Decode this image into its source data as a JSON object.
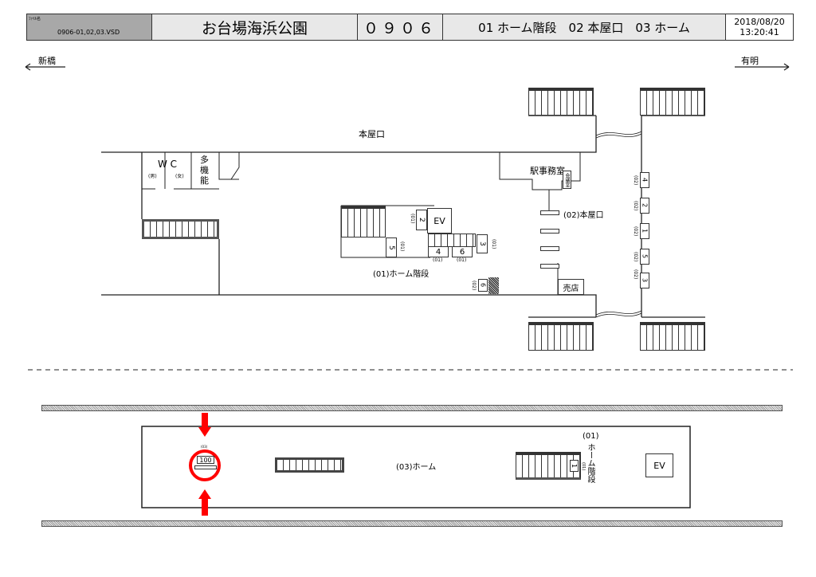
{
  "header": {
    "file_label": "ﾌｧｲﾙ名",
    "file_name": "0906-01,02,03.VSD",
    "station": "お台場海浜公園",
    "code": "０９０６",
    "description": "01 ホーム階段　02 本屋口　03 ホーム",
    "date": "2018/08/20",
    "time": "13:20:41"
  },
  "directions": {
    "left": "新橋",
    "right": "有明"
  },
  "concourse": {
    "entrance": "本屋口",
    "wc": "W C",
    "wc_men": "(男)",
    "wc_women": "(女)",
    "multi": "多機能",
    "office": "駅事務室",
    "office_small": "会議室",
    "entrance_02": "(02)本屋口",
    "stairs_01": "(01)ホーム階段",
    "shop": "売店",
    "ev": "EV",
    "exits": [
      {
        "n": "2",
        "g": "(01)"
      },
      {
        "n": "5",
        "g": "(01)"
      },
      {
        "n": "4",
        "g": "(01)"
      },
      {
        "n": "6",
        "g": "(01)"
      },
      {
        "n": "3",
        "g": "(01)"
      },
      {
        "n": "6",
        "g": "(02)"
      }
    ],
    "right_exits": [
      {
        "n": "4",
        "g": "(02)"
      },
      {
        "n": "2",
        "g": "(02)"
      },
      {
        "n": "1",
        "g": "(02)"
      },
      {
        "n": "5",
        "g": "(02)"
      },
      {
        "n": "3",
        "g": "(02)"
      }
    ]
  },
  "platform": {
    "label": "(03)ホーム",
    "stairs_group": "(01)",
    "stairs_label": "ホーム階段",
    "ev": "EV",
    "stair_exit": "1",
    "stair_exit_group": "(01)",
    "marker": "100",
    "marker_top": "(03)"
  },
  "colors": {
    "highlight": "#ff0000",
    "header_bg": "#e8e8e8",
    "file_bg": "#a8a8a8"
  }
}
